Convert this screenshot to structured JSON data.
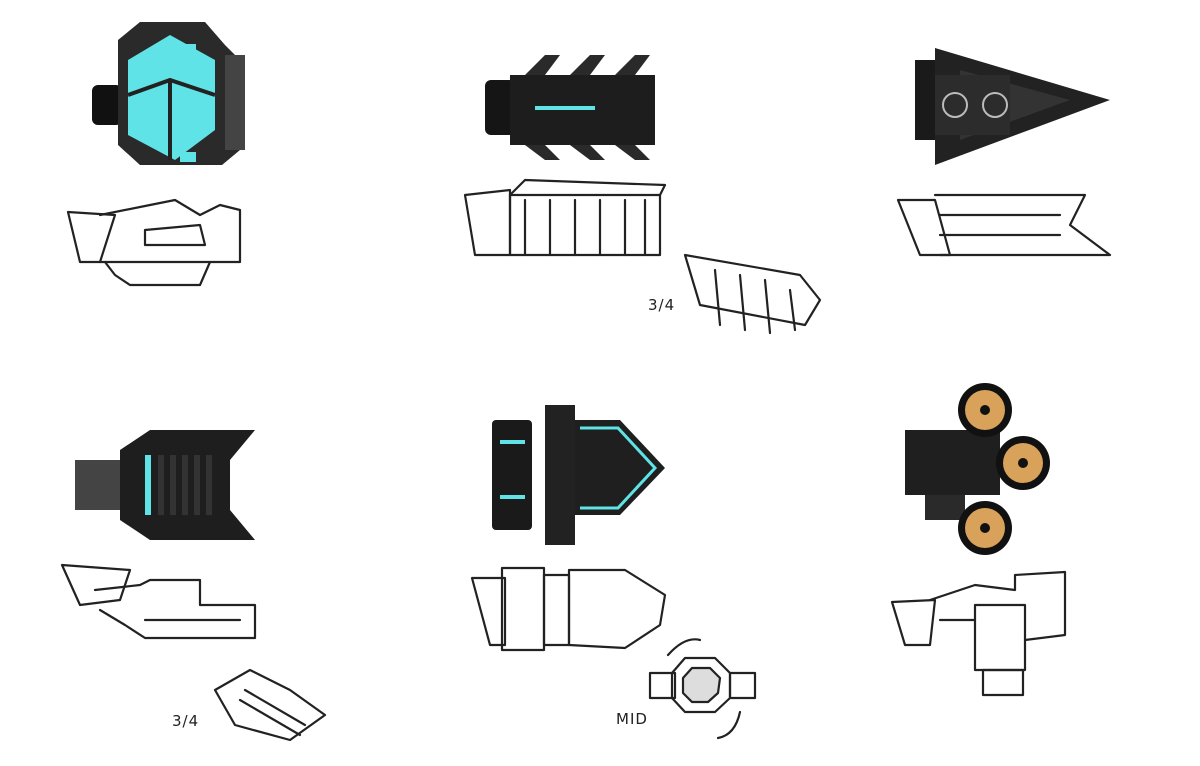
{
  "sheet": {
    "labels": {
      "three_quarter_top": "3/4",
      "three_quarter_bottom": "3/4",
      "mid": "MID"
    }
  },
  "colors": {
    "accent_cyan": "#5fe3e6",
    "body_dark": "#1c1c1c",
    "fan_orange": "#d9a25a",
    "ink": "#222222"
  }
}
